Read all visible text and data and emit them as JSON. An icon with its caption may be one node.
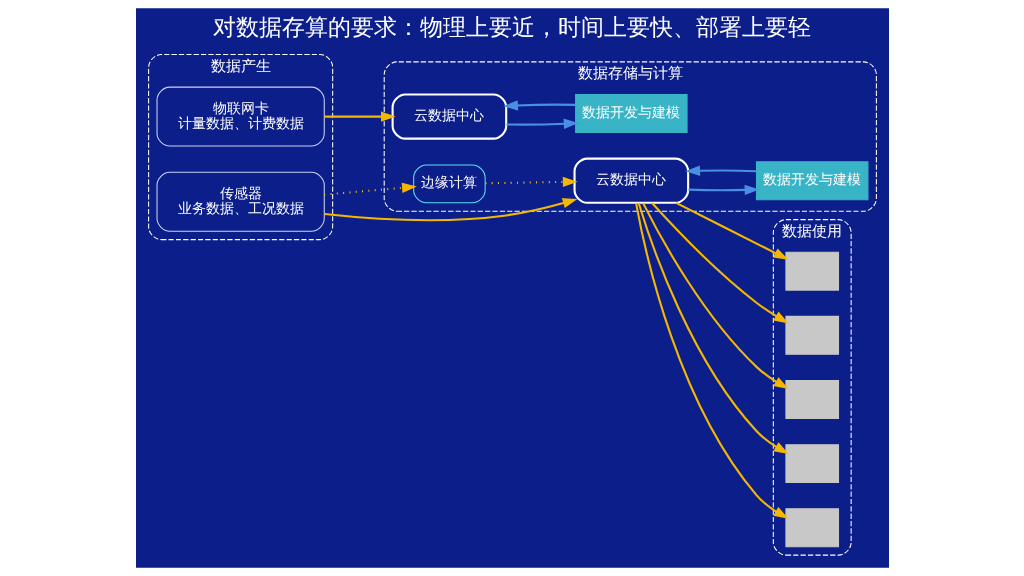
{
  "diagram": {
    "title": "对数据存算的要求：物理上要近，时间上要快、部署上要轻",
    "nodes": [
      {
        "text": [
          "数据存储与计算"
        ]
      },
      {
        "text": [
          "云数据中心"
        ],
        "in": 0
      },
      {
        "text": [
          "数据开发与建模"
        ],
        "in": 0
      },
      {
        "text": [
          "边缘计算"
        ],
        "in": 0
      },
      {
        "text": [
          "云数据中心"
        ],
        "in": 0
      },
      {
        "text": [
          "数据开发与建模"
        ],
        "in": 0
      },
      {
        "text": [
          "数据使用"
        ]
      },
      {
        "text": [],
        "shape": "box",
        "in": 6
      },
      {
        "text": [],
        "shape": "box",
        "in": 6
      },
      {
        "text": [],
        "shape": "box",
        "in": 6
      },
      {
        "text": [],
        "shape": "box",
        "in": 6
      },
      {
        "text": [],
        "shape": "box",
        "in": 6
      },
      {
        "text": [
          "数据产生"
        ]
      },
      {
        "text": [
          "物联网卡",
          "计量数据、计费数据"
        ],
        "in": 12
      },
      {
        "text": [
          "传感器",
          "业务数据、工况数据"
        ],
        "in": 12
      }
    ],
    "edges": [
      {
        "from": 1,
        "to": 2,
        "arrow": "to",
        "color": "#4a90e2"
      },
      {
        "from": 2,
        "to": 1,
        "arrow": "to",
        "color": "#4a90e2"
      },
      {
        "from": 5,
        "to": 4,
        "arrow": "to",
        "color": "#4a90e2"
      },
      {
        "from": 4,
        "to": 5,
        "arrow": "to",
        "color": "#4a90e2"
      },
      {
        "from": 13,
        "to": 1,
        "arrow": "to"
      },
      {
        "from": 14,
        "to": 4,
        "arrow": "to"
      },
      {
        "from": 14,
        "to": 3,
        "arrow": "to",
        "style": "dashed"
      },
      {
        "from": 3,
        "to": 4,
        "arrow": "to",
        "style": "dashed"
      },
      {
        "from": 4,
        "to": 7,
        "arrow": "to"
      },
      {
        "from": 4,
        "to": 8,
        "arrow": "to"
      },
      {
        "from": 4,
        "to": 9,
        "arrow": "to"
      },
      {
        "from": 4,
        "to": 10,
        "arrow": "to"
      },
      {
        "from": 4,
        "to": 11,
        "arrow": "to"
      }
    ]
  }
}
